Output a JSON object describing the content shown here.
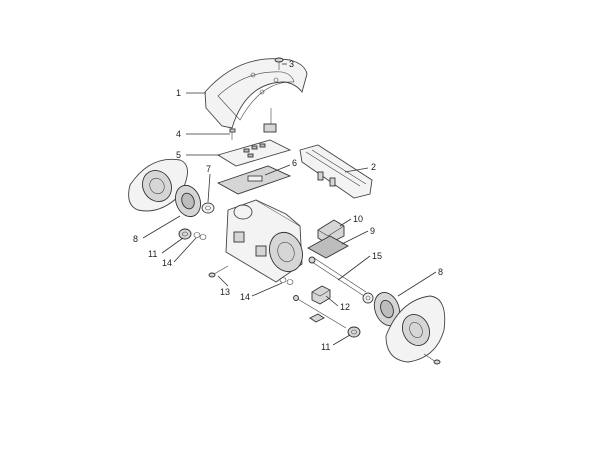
{
  "callouts": {
    "c1": "1",
    "c2": "2",
    "c3": "3",
    "c4": "4",
    "c5": "5",
    "c6": "6",
    "c7": "7",
    "c8a": "8",
    "c8b": "8",
    "c9": "9",
    "c10": "10",
    "c11a": "11",
    "c11b": "11",
    "c12": "12",
    "c13": "13",
    "c14a": "14",
    "c14b": "14",
    "c15": "15"
  },
  "colors": {
    "line": "#333333",
    "fill_light": "#f3f3f3",
    "fill_gray": "#bdbdbd"
  }
}
